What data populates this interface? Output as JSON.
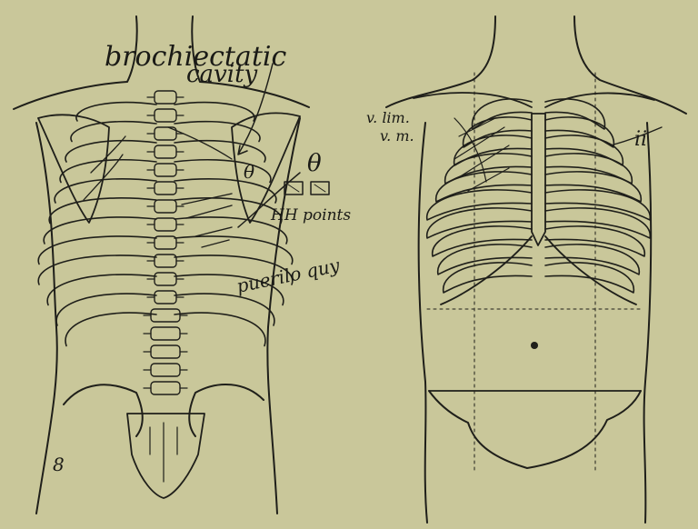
{
  "figures": {
    "back": {
      "annotations": {
        "cavity_line1": "brochiectatic",
        "cavity_line2": "cavity",
        "theta1": "θ",
        "theta2": "θ",
        "hh_points": "HH points",
        "puerilo": "puerilo quy",
        "figure_number": "8"
      }
    },
    "front": {
      "annotations": {
        "v_lin": "v. lim.",
        "v_m": "v. m.",
        "ii": "ii"
      }
    }
  },
  "colors": {
    "paper": "#c9c79a",
    "ink": "#1f1f1a"
  }
}
